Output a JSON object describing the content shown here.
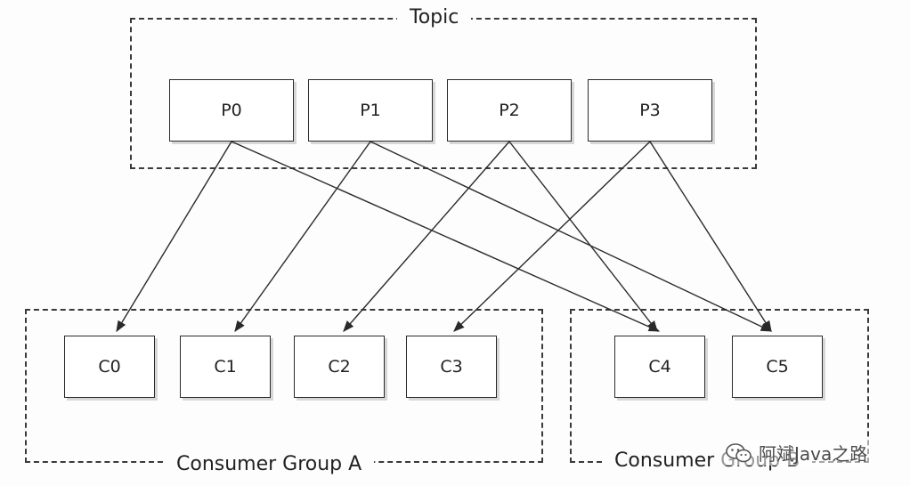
{
  "topic": {
    "label": "Topic",
    "partitions": [
      "P0",
      "P1",
      "P2",
      "P3"
    ]
  },
  "consumer_group_a": {
    "label": "Consumer Group  A",
    "consumers": [
      "C0",
      "C1",
      "C2",
      "C3"
    ]
  },
  "consumer_group_b": {
    "label": "Consumer Group  B",
    "consumers": [
      "C4",
      "C5"
    ]
  },
  "assignments": [
    {
      "from": "P0",
      "to": "C0"
    },
    {
      "from": "P0",
      "to": "C4"
    },
    {
      "from": "P1",
      "to": "C1"
    },
    {
      "from": "P1",
      "to": "C5"
    },
    {
      "from": "P2",
      "to": "C2"
    },
    {
      "from": "P2",
      "to": "C4"
    },
    {
      "from": "P3",
      "to": "C3"
    },
    {
      "from": "P3",
      "to": "C5"
    }
  ],
  "watermark": {
    "text": "阿斌Java之路",
    "icon": "wechat-icon"
  }
}
